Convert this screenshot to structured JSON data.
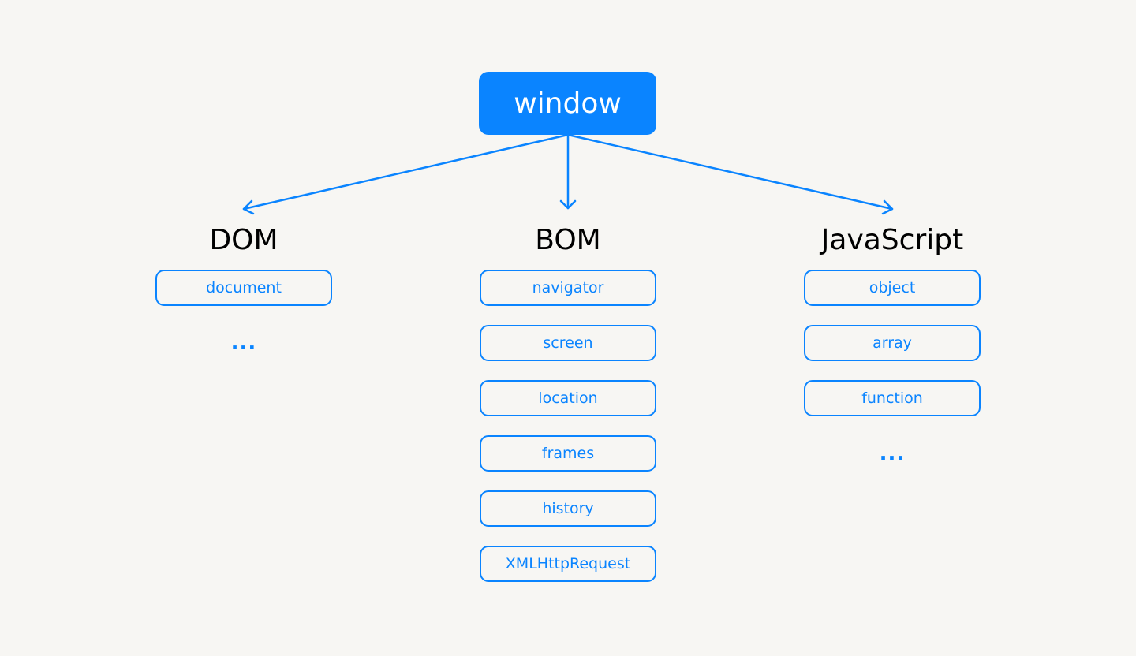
{
  "root": {
    "label": "window"
  },
  "columns": [
    {
      "title": "DOM",
      "items": [
        "document"
      ],
      "more": "..."
    },
    {
      "title": "BOM",
      "items": [
        "navigator",
        "screen",
        "location",
        "frames",
        "history",
        "XMLHttpRequest"
      ],
      "more": ""
    },
    {
      "title": "JavaScript",
      "items": [
        "object",
        "array",
        "function"
      ],
      "more": "..."
    }
  ],
  "colors": {
    "accent": "#0a84ff",
    "background": "#f7f6f3",
    "title_text": "#000000",
    "root_text": "#ffffff"
  }
}
